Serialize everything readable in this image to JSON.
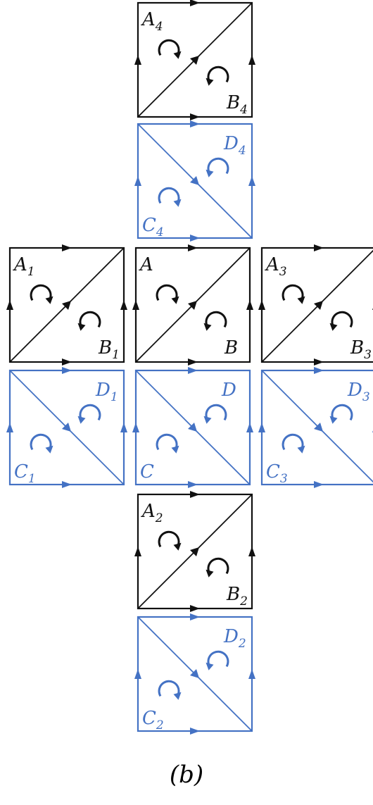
{
  "caption": "(b)",
  "colors": {
    "black_tile": "#111111",
    "blue_tile": "#4472c4"
  },
  "tiles": [
    {
      "id": "tile-a4",
      "color": "black",
      "top_label": "A",
      "top_sub": "4",
      "bottom_label": "B",
      "bottom_sub": "4"
    },
    {
      "id": "tile-c4",
      "color": "blue",
      "top_label": "D",
      "top_sub": "4",
      "bottom_label": "C",
      "bottom_sub": "4"
    },
    {
      "id": "tile-a1",
      "color": "black",
      "top_label": "A",
      "top_sub": "1",
      "bottom_label": "B",
      "bottom_sub": "1"
    },
    {
      "id": "tile-a",
      "color": "black",
      "top_label": "A",
      "top_sub": "",
      "bottom_label": "B",
      "bottom_sub": ""
    },
    {
      "id": "tile-a3",
      "color": "black",
      "top_label": "A",
      "top_sub": "3",
      "bottom_label": "B",
      "bottom_sub": "3"
    },
    {
      "id": "tile-c1",
      "color": "blue",
      "top_label": "D",
      "top_sub": "1",
      "bottom_label": "C",
      "bottom_sub": "1"
    },
    {
      "id": "tile-c",
      "color": "blue",
      "top_label": "D",
      "top_sub": "",
      "bottom_label": "C",
      "bottom_sub": ""
    },
    {
      "id": "tile-c3",
      "color": "blue",
      "top_label": "D",
      "top_sub": "3",
      "bottom_label": "C",
      "bottom_sub": "3"
    },
    {
      "id": "tile-a2",
      "color": "black",
      "top_label": "A",
      "top_sub": "2",
      "bottom_label": "B",
      "bottom_sub": "2"
    },
    {
      "id": "tile-c2",
      "color": "blue",
      "top_label": "D",
      "top_sub": "2",
      "bottom_label": "C",
      "bottom_sub": "2"
    }
  ]
}
